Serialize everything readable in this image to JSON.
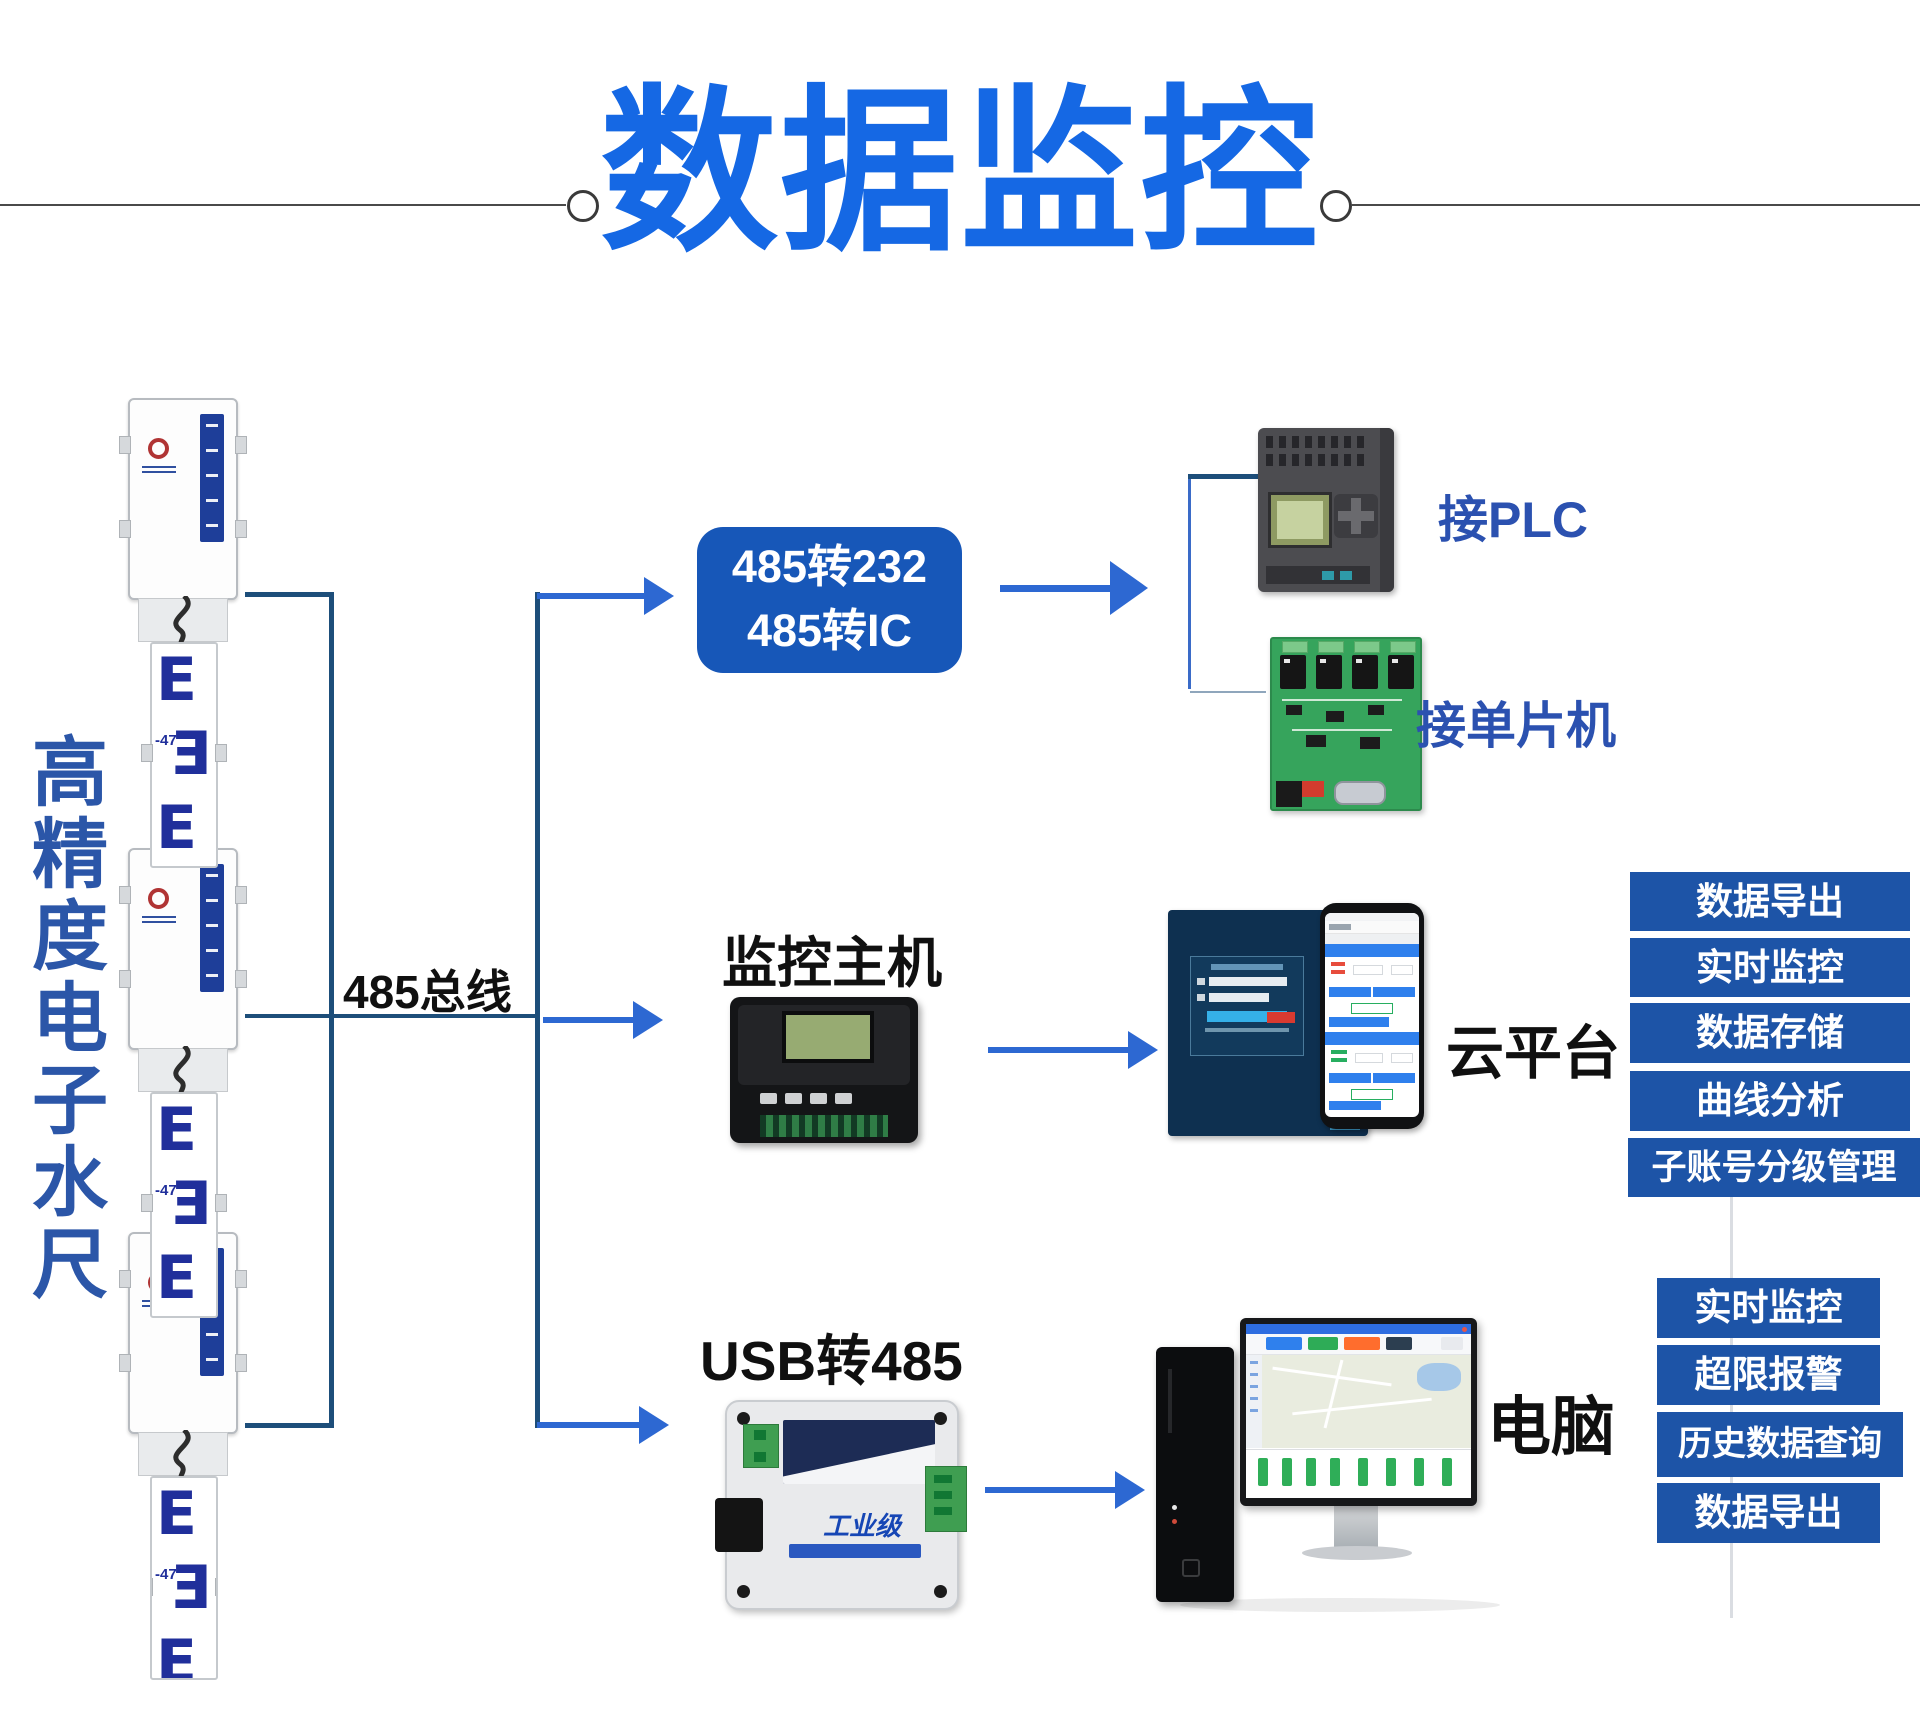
{
  "title": {
    "text": "数据监控"
  },
  "sensor_label": {
    "text": "高精度电子水尺"
  },
  "bus": {
    "label": "485总线"
  },
  "converter": {
    "line1": "485转232",
    "line2": "485转IC"
  },
  "plc": {
    "label": "接PLC"
  },
  "mcu": {
    "label": "接单片机"
  },
  "host": {
    "label": "监控主机"
  },
  "cloud": {
    "label": "云平台"
  },
  "usb": {
    "label": "USB转485",
    "device_text": "工业级"
  },
  "pc": {
    "label": "电脑"
  },
  "cloud_features": [
    "数据导出",
    "实时监控",
    "数据存储",
    "曲线分析",
    "子账号分级管理"
  ],
  "pc_features": [
    "实时监控",
    "超限报警",
    "历史数据查询",
    "数据导出"
  ],
  "gauge": {
    "rows": [
      "E",
      "E",
      "E"
    ],
    "mark": "-47"
  },
  "colors": {
    "title_blue": "#1568E4",
    "converter_blue": "#1757B8",
    "button_blue": "#1D54A7",
    "arrow_blue": "#2D68D2",
    "bus_navy": "#1D4E7A",
    "caption_blue": "#2B51B0"
  }
}
